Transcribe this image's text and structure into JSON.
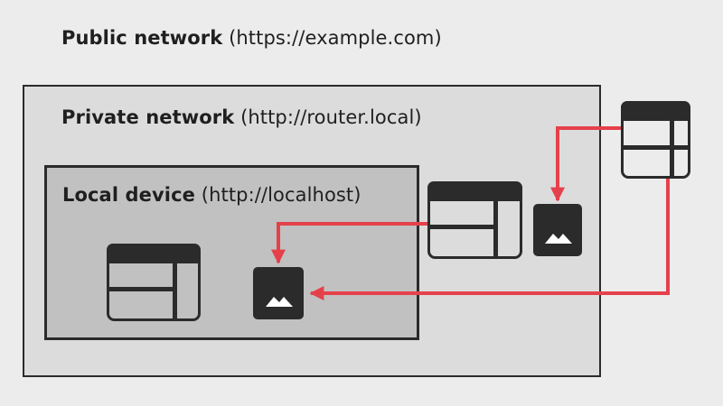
{
  "public_network": {
    "name": "Public network",
    "url": "(https://example.com)"
  },
  "private_network": {
    "name": "Private network",
    "url": "(http://router.local)"
  },
  "local_device": {
    "name": "Local device",
    "url": "(http://localhost)"
  },
  "icons": {
    "page_icon": "webpage-layout-icon",
    "image_icon": "image-resource-icon"
  },
  "colors": {
    "background": "#ececec",
    "private_zone": "#dcdcdc",
    "local_zone": "#c1c1c1",
    "icon_dark": "#2b2b2b",
    "arrow": "#e5414b"
  }
}
